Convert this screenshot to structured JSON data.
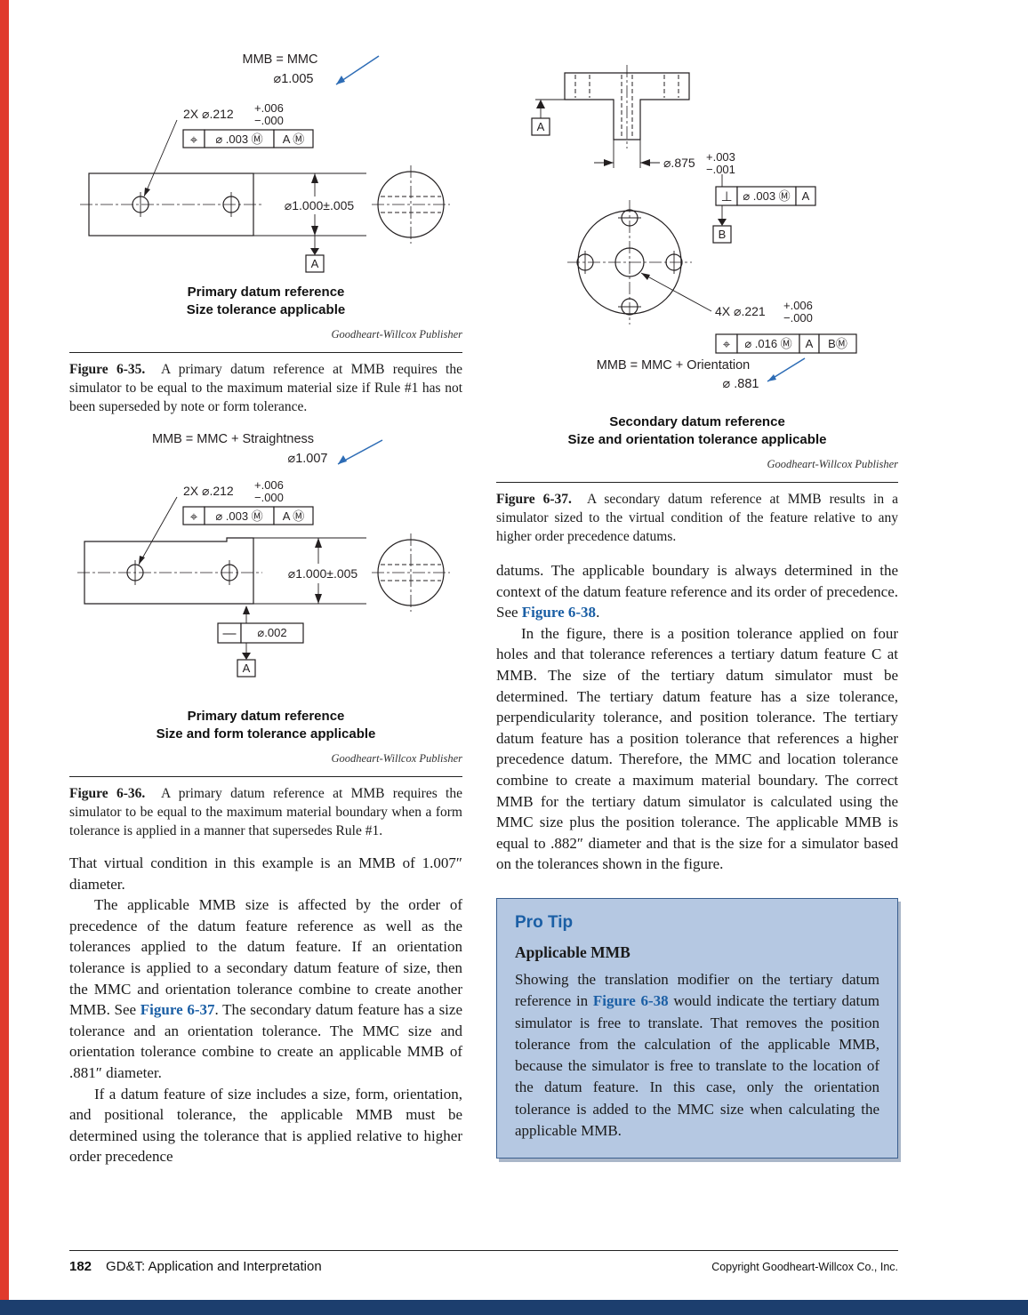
{
  "colors": {
    "accent_red": "#e03a2c",
    "accent_blue": "#1b5fa5",
    "drawing_callout_blue": "#2d6cb5",
    "protip_bg": "#b5c8e2",
    "bottom_bar_blue": "#1c3e6e"
  },
  "fig35": {
    "callout_line1": "MMB = MMC",
    "callout_line2": "⌀1.005",
    "qty_dim": "2X ⌀.212",
    "tol_upper": "+.006",
    "tol_lower": "−.000",
    "fcf": [
      "⌖",
      "⌀ .003 Ⓜ",
      "A Ⓜ"
    ],
    "size_dim": "⌀1.000±.005",
    "datum_label": "A",
    "title1": "Primary datum reference",
    "title2": "Size tolerance applicable",
    "credit": "Goodheart-Willcox Publisher",
    "caption_label": "Figure 6-35.",
    "caption_text": "A primary datum reference at MMB requires the simulator to be equal to the maximum material size if Rule #1 has not been superseded by note or form tolerance."
  },
  "fig36": {
    "callout_line1": "MMB = MMC + Straightness",
    "callout_line2": "⌀1.007",
    "qty_dim": "2X ⌀.212",
    "tol_upper": "+.006",
    "tol_lower": "−.000",
    "fcf": [
      "⌖",
      "⌀ .003 Ⓜ",
      "A Ⓜ"
    ],
    "size_dim": "⌀1.000±.005",
    "straightness_fcf": [
      "—",
      "⌀.002"
    ],
    "datum_label": "A",
    "title1": "Primary datum reference",
    "title2": "Size and form tolerance applicable",
    "credit": "Goodheart-Willcox Publisher",
    "caption_label": "Figure 6-36.",
    "caption_text": "A primary datum reference at MMB requires the simulator to be equal to the maximum material boundary when a form tolerance is applied in a manner that supersedes Rule #1."
  },
  "fig37": {
    "datum_a": "A",
    "datum_b": "B",
    "stem_dim": "⌀.875",
    "stem_tol_upper": "+.003",
    "stem_tol_lower": "−.001",
    "perp_fcf": [
      "⊥",
      "⌀ .003 Ⓜ",
      "A"
    ],
    "holes_dim": "4X ⌀.221",
    "holes_tol_upper": "+.006",
    "holes_tol_lower": "−.000",
    "pos_fcf": [
      "⌖",
      "⌀ .016 Ⓜ",
      "A",
      "BⓂ"
    ],
    "callout_line1": "MMB = MMC + Orientation",
    "callout_line2": "⌀ .881",
    "title1": "Secondary datum reference",
    "title2": "Size and orientation tolerance applicable",
    "credit": "Goodheart-Willcox Publisher",
    "caption_label": "Figure 6-37.",
    "caption_text": "A secondary datum reference at MMB results in a simulator sized to the virtual condition of the feature relative to any higher order precedence datums."
  },
  "left_column": {
    "p1": "That virtual condition in this example is an MMB of 1.007″ diameter.",
    "p2_before": "The applicable MMB size is affected by the order of precedence of the datum feature reference as well as the tolerances applied to the datum feature. If an orientation tolerance is applied to a secondary datum feature of size, then the MMC and orientation tolerance combine to create another MMB. See ",
    "p2_link": "Figure 6-37",
    "p2_after": ". The secondary datum feature has a size tolerance and an orientation tolerance. The MMC size and orientation tolerance combine to create an applicable MMB of .881″ diameter.",
    "p3": "If a datum feature of size includes a size, form, orientation, and positional tolerance, the applicable MMB must be determined using the tolerance that is applied relative to higher order precedence"
  },
  "right_column": {
    "p1_before": "datums. The applicable boundary is always determined in the context of the datum feature reference and its order of precedence. See ",
    "p1_link": "Figure 6-38",
    "p1_after": ".",
    "p2": "In the figure, there is a position tolerance applied on four holes and that tolerance references a tertiary datum feature C at MMB. The size of the tertiary datum simulator must be determined. The tertiary datum feature has a size tolerance, perpendicularity tolerance, and position tolerance. The tertiary datum feature has a position tolerance that references a higher precedence datum. Therefore, the MMC and location tolerance combine to create a maximum material boundary. The correct MMB for the tertiary datum simulator is calculated using the MMC size plus the position tolerance. The applicable MMB is equal to .882″ diameter and that is the size for a simulator based on the tolerances shown in the figure."
  },
  "protip": {
    "heading": "Pro Tip",
    "subheading": "Applicable MMB",
    "body_before": "Showing the translation modifier on the tertiary datum reference in ",
    "body_link": "Figure 6-38",
    "body_after": " would indicate the tertiary datum simulator is free to translate. That removes the position tolerance from the calculation of the applicable MMB, because the simulator is free to translate to the location of the datum feature. In this case, only the orientation tolerance is added to the MMC size when calculating the applicable MMB."
  },
  "footer": {
    "page_number": "182",
    "book_title": "GD&T: Application and Interpretation",
    "copyright": "Copyright Goodheart-Willcox Co., Inc."
  }
}
